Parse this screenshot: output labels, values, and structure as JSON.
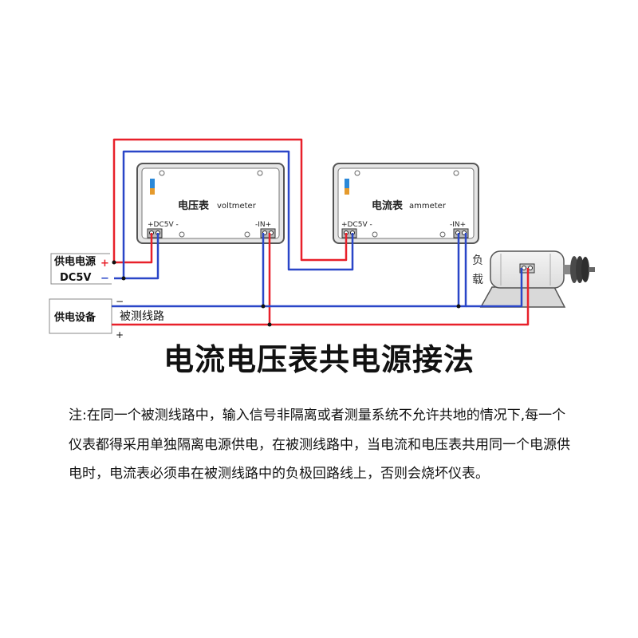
{
  "diagram": {
    "voltmeter": {
      "title": "电压表",
      "subtitle": "voltmeter",
      "power_label": "+DC5V -",
      "input_label": "-IN+"
    },
    "ammeter": {
      "title": "电流表",
      "subtitle": "ammeter",
      "power_label": "+DC5V -",
      "input_label": "-IN+"
    },
    "supply": {
      "line1": "供电电源",
      "line2": "DC5V",
      "plus": "+",
      "minus": "−"
    },
    "equipment": {
      "label": "供电设备",
      "plus": "+",
      "minus": "−"
    },
    "line_label": "被测线路",
    "load": {
      "char1": "负",
      "char2": "载"
    },
    "colors": {
      "positive_wire": "#e8202a",
      "negative_wire": "#2a46c8",
      "supply_plus": "#e8202a",
      "supply_minus": "#2a46c8"
    }
  },
  "heading": "电流电压表共电源接法",
  "note": "注:在同一个被测线路中，输入信号非隔离或者测量系统不允许共地的情况下,每一个仪表都得采用单独隔离电源供电，在被测线路中，当电流和电压表共用同一个电源供电时，电流表必须串在被测线路中的负极回路线上，否则会烧坏仪表。"
}
